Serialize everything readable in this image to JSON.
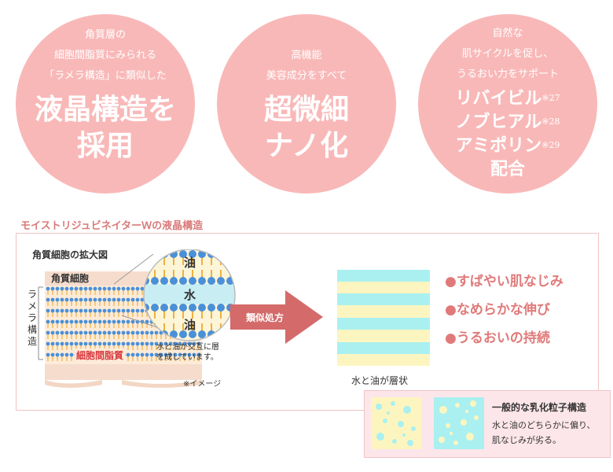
{
  "circles": [
    {
      "small": [
        "角質層の",
        "細胞間脂質にみられる",
        "「ラメラ構造」に類似した"
      ],
      "big": [
        "液晶構造を",
        "採用"
      ]
    },
    {
      "small": [
        "高機能",
        "美容成分をすべて"
      ],
      "big": [
        "超微細",
        "ナノ化"
      ]
    },
    {
      "small": [
        "自然な",
        "肌サイクルを促し、",
        "うるおい力をサポート"
      ],
      "ingredients": [
        {
          "name": "リバイビル",
          "note": "※27"
        },
        {
          "name": "ノブヒアル",
          "note": "※28"
        },
        {
          "name": "アミポリン",
          "note": "※29"
        }
      ],
      "last": "配合"
    }
  ],
  "section_title": "モイストリジュビネイターＷの液晶構造",
  "diagram": {
    "title": "角質細胞の拡大図",
    "corneocyte_label": "角質細胞",
    "lamella_label": "ラメラ構造",
    "intercellular_label": "細胞間脂質",
    "zoom_labels": [
      "油",
      "水",
      "油"
    ],
    "caption": "水と油が交互に層を成しています。",
    "image_note": "※イメージ"
  },
  "arrow_label": "類似処方",
  "layer_caption": "水と油が層状",
  "benefits": [
    "●すばやい肌なじみ",
    "●なめらかな伸び",
    "●うるおいの持続"
  ],
  "emulsion": {
    "title": "一般的な乳化粒子構造",
    "desc": [
      "水と油のどちらかに偏り、",
      "肌なじみが劣る。"
    ]
  },
  "colors": {
    "circle": "#f9b8b8",
    "accent": "#e07a7a",
    "arrow": "#d46a6a",
    "oil": "#fdf5c0",
    "water": "#aaf0f0"
  }
}
